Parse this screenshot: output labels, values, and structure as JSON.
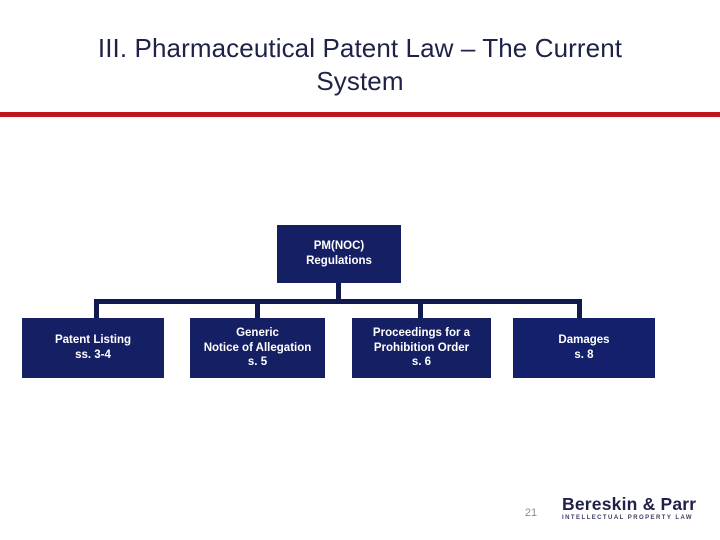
{
  "slide": {
    "title": "III. Pharmaceutical Patent Law – The Current\nSystem",
    "page_number": "21",
    "accent_rule_color": "#c0161c",
    "title_color": "#1e2148"
  },
  "diagram": {
    "type": "hierarchy",
    "node_fill": "#151f63",
    "node_text_color": "#ffffff",
    "connector_color": "#111a4e",
    "root": {
      "label": "PM(NOC)\nRegulations"
    },
    "children": [
      {
        "label": "Patent Listing\nss. 3-4"
      },
      {
        "label": "Generic\nNotice of Allegation\ns. 5"
      },
      {
        "label": "Proceedings for a\nProhibition Order\ns. 6"
      },
      {
        "label": "Damages\ns. 8"
      }
    ]
  },
  "footer": {
    "logo_wordmark": "Bereskin & Parr",
    "logo_tagline": "INTELLECTUAL PROPERTY LAW"
  }
}
